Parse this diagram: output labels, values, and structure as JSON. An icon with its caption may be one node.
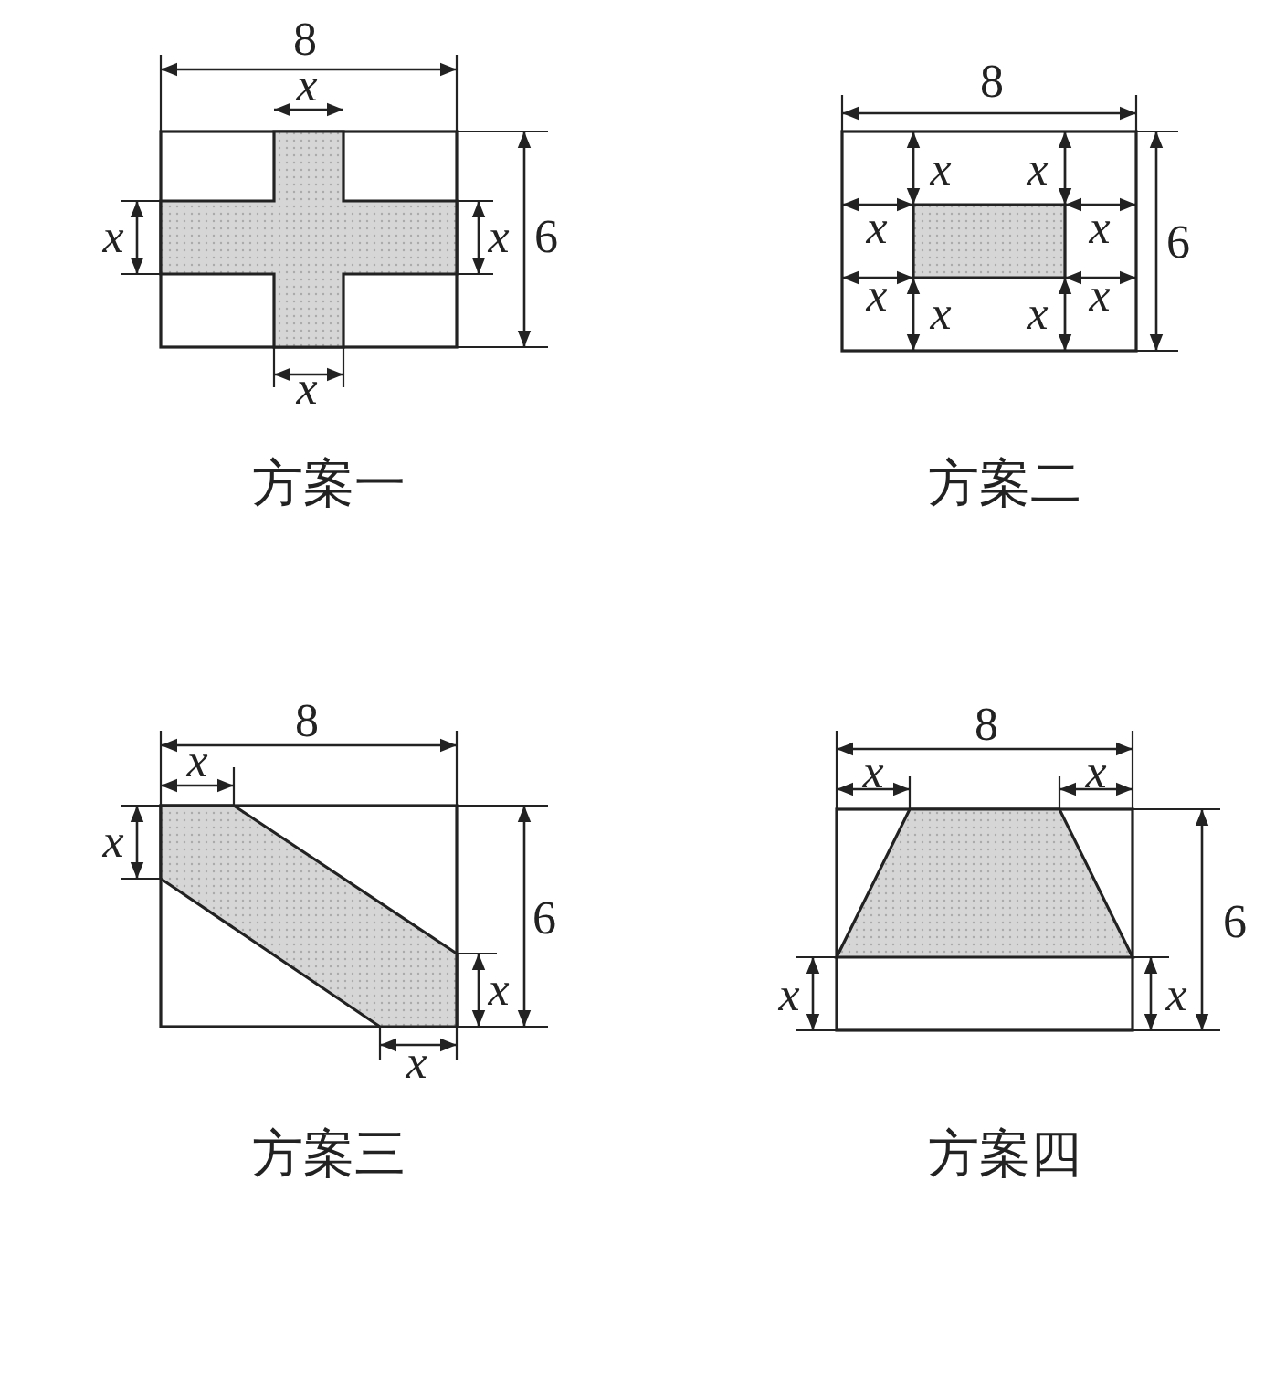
{
  "diagram": {
    "labels": [
      "8",
      "x",
      "x",
      "x",
      "6",
      "x",
      "方案一",
      "8",
      "x",
      "x",
      "x",
      "x",
      "x",
      "x",
      "x",
      "x",
      "6",
      "方案二",
      "8",
      "x",
      "x",
      "6",
      "x",
      "x",
      "方案三",
      "8",
      "x",
      "x",
      "6",
      "x",
      "x",
      "方案四"
    ]
  }
}
